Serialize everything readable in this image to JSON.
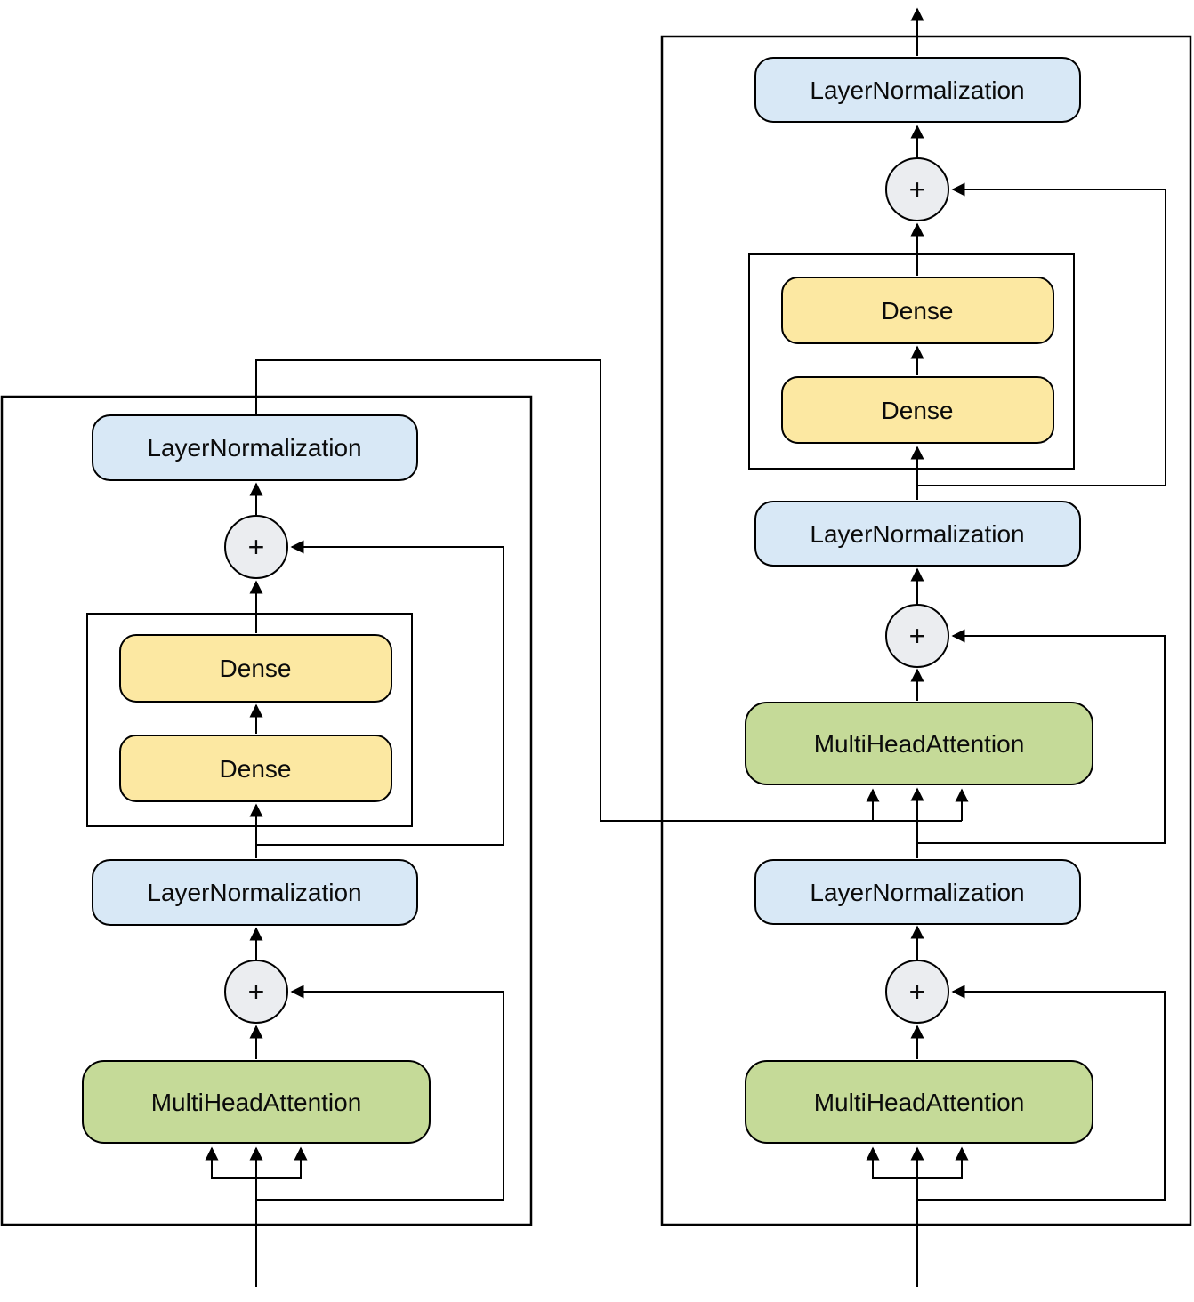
{
  "diagram": {
    "title": "transformer-encoder-decoder-architecture",
    "plus": "+",
    "colors": {
      "layernorm_fill": "#d8e8f6",
      "dense_fill": "#fce8a2",
      "attention_fill": "#c5da98",
      "add_fill": "#ebedf0",
      "stroke": "#000000"
    },
    "encoder": {
      "layernorm_top": "LayerNormalization",
      "dense_upper": "Dense",
      "dense_lower": "Dense",
      "layernorm_bottom": "LayerNormalization",
      "attention": "MultiHeadAttention"
    },
    "decoder": {
      "layernorm_top": "LayerNormalization",
      "dense_upper": "Dense",
      "dense_lower": "Dense",
      "layernorm_mid": "LayerNormalization",
      "cross_attention": "MultiHeadAttention",
      "layernorm_bottom": "LayerNormalization",
      "self_attention": "MultiHeadAttention"
    }
  }
}
